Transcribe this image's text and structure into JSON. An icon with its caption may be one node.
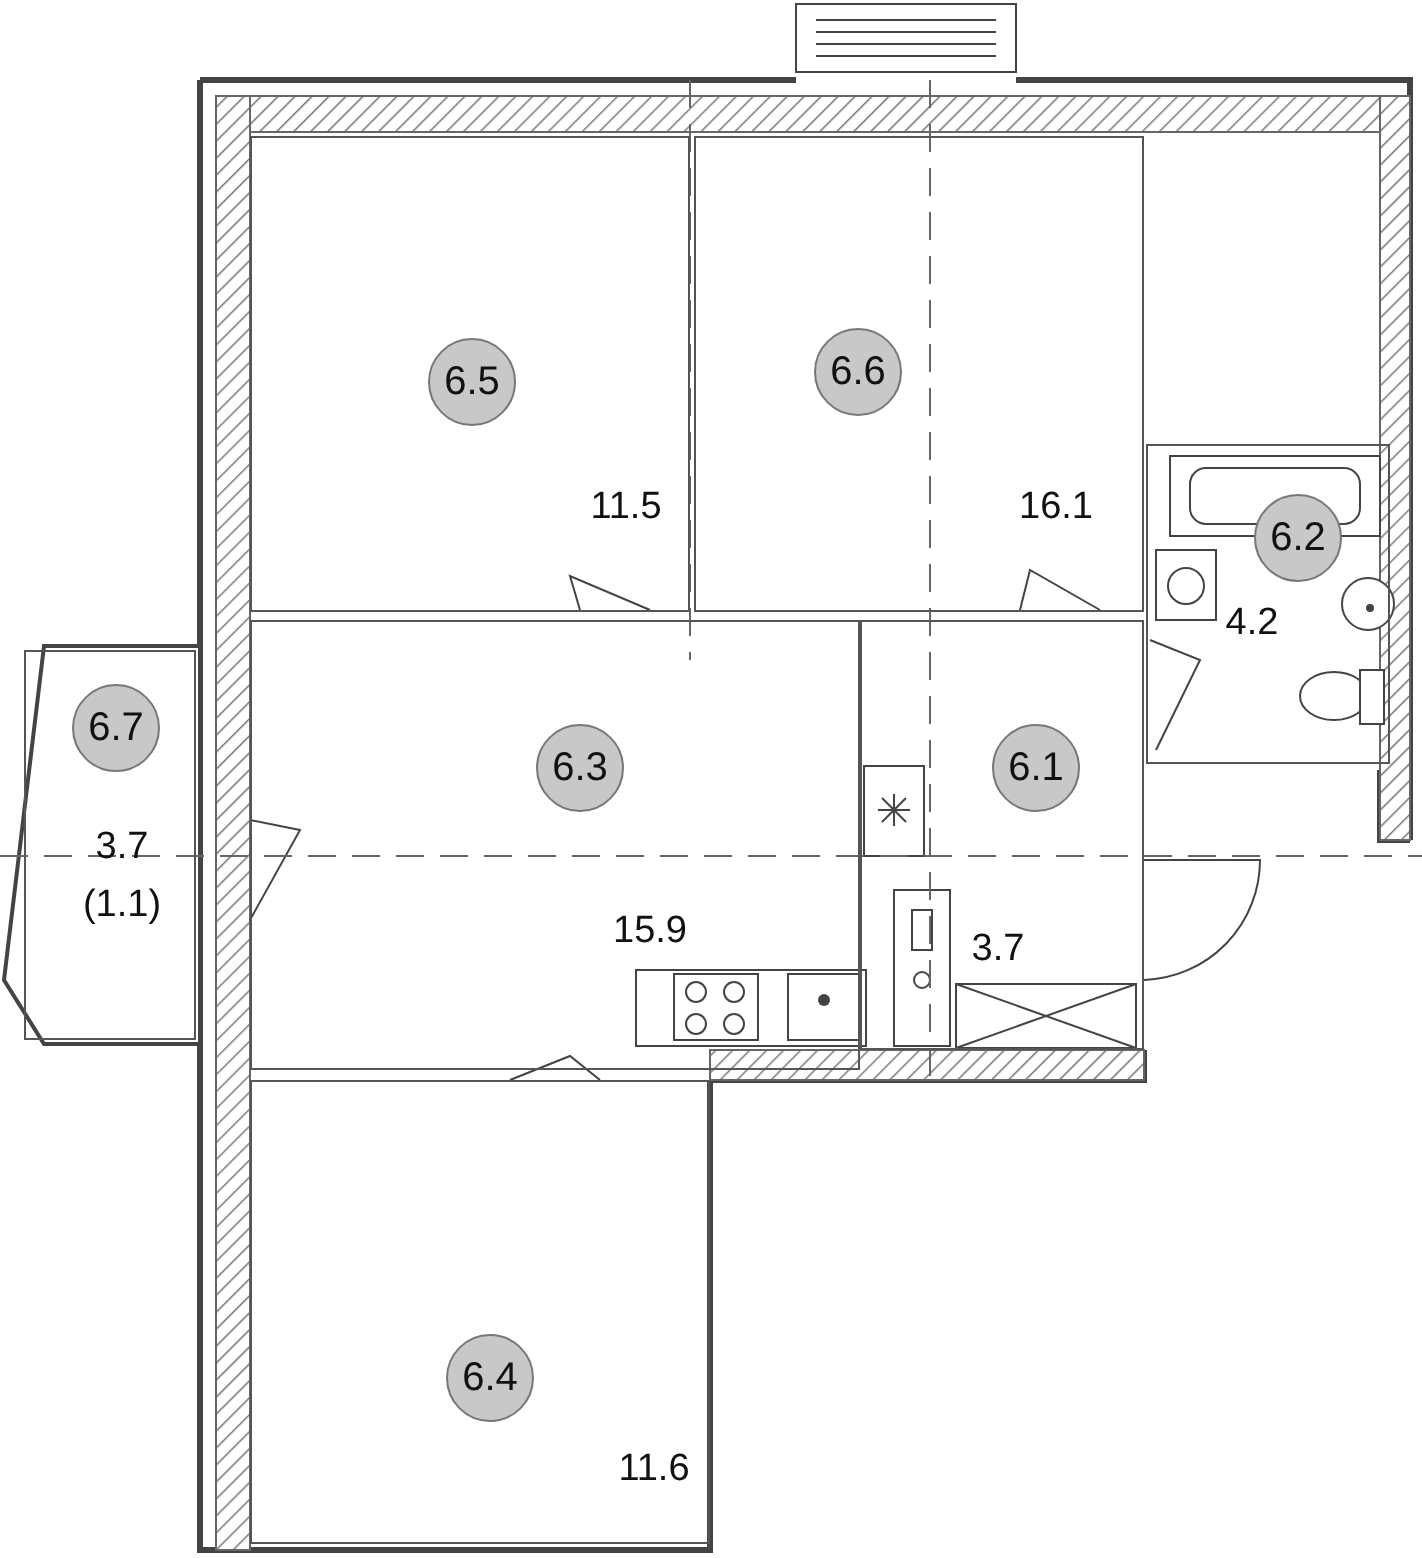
{
  "diagram": {
    "nodes": [
      {
        "text": [
          "6.5",
          "11.5"
        ]
      },
      {
        "text": [
          "6.6",
          "16.1"
        ]
      },
      {
        "text": [
          "6.2",
          "4.2"
        ]
      },
      {
        "text": [
          "6.7",
          "3.7",
          "(1.1)"
        ]
      },
      {
        "text": [
          "6.3",
          "15.9"
        ]
      },
      {
        "text": [
          "6.1",
          "3.7"
        ]
      },
      {
        "text": [
          "6.4",
          "11.6"
        ]
      }
    ]
  }
}
